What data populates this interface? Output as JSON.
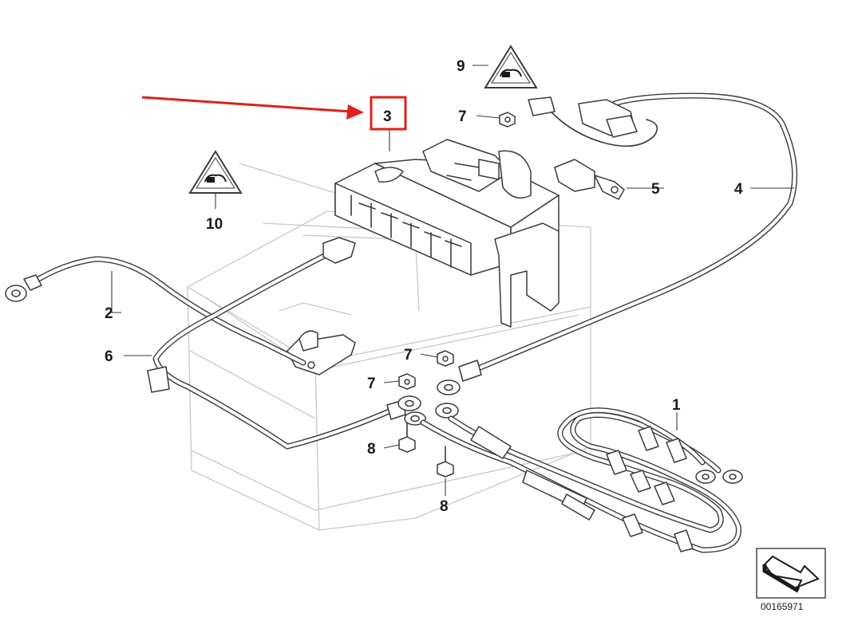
{
  "callouts": {
    "p1": "1",
    "p2": "2",
    "p3": "3",
    "p4": "4",
    "p5": "5",
    "p6": "6",
    "p7a": "7",
    "p7b": "7",
    "p7c": "7",
    "p8a": "8",
    "p8b": "8",
    "p9": "9",
    "p10": "10"
  },
  "reference_number": "00165971",
  "icons": {
    "warning_9": "warning-triangle-icon",
    "warning_10": "warning-triangle-icon",
    "corner": "direction-arrow-icon"
  },
  "highlight": {
    "target_callout": "3",
    "color": "#e0201b"
  }
}
